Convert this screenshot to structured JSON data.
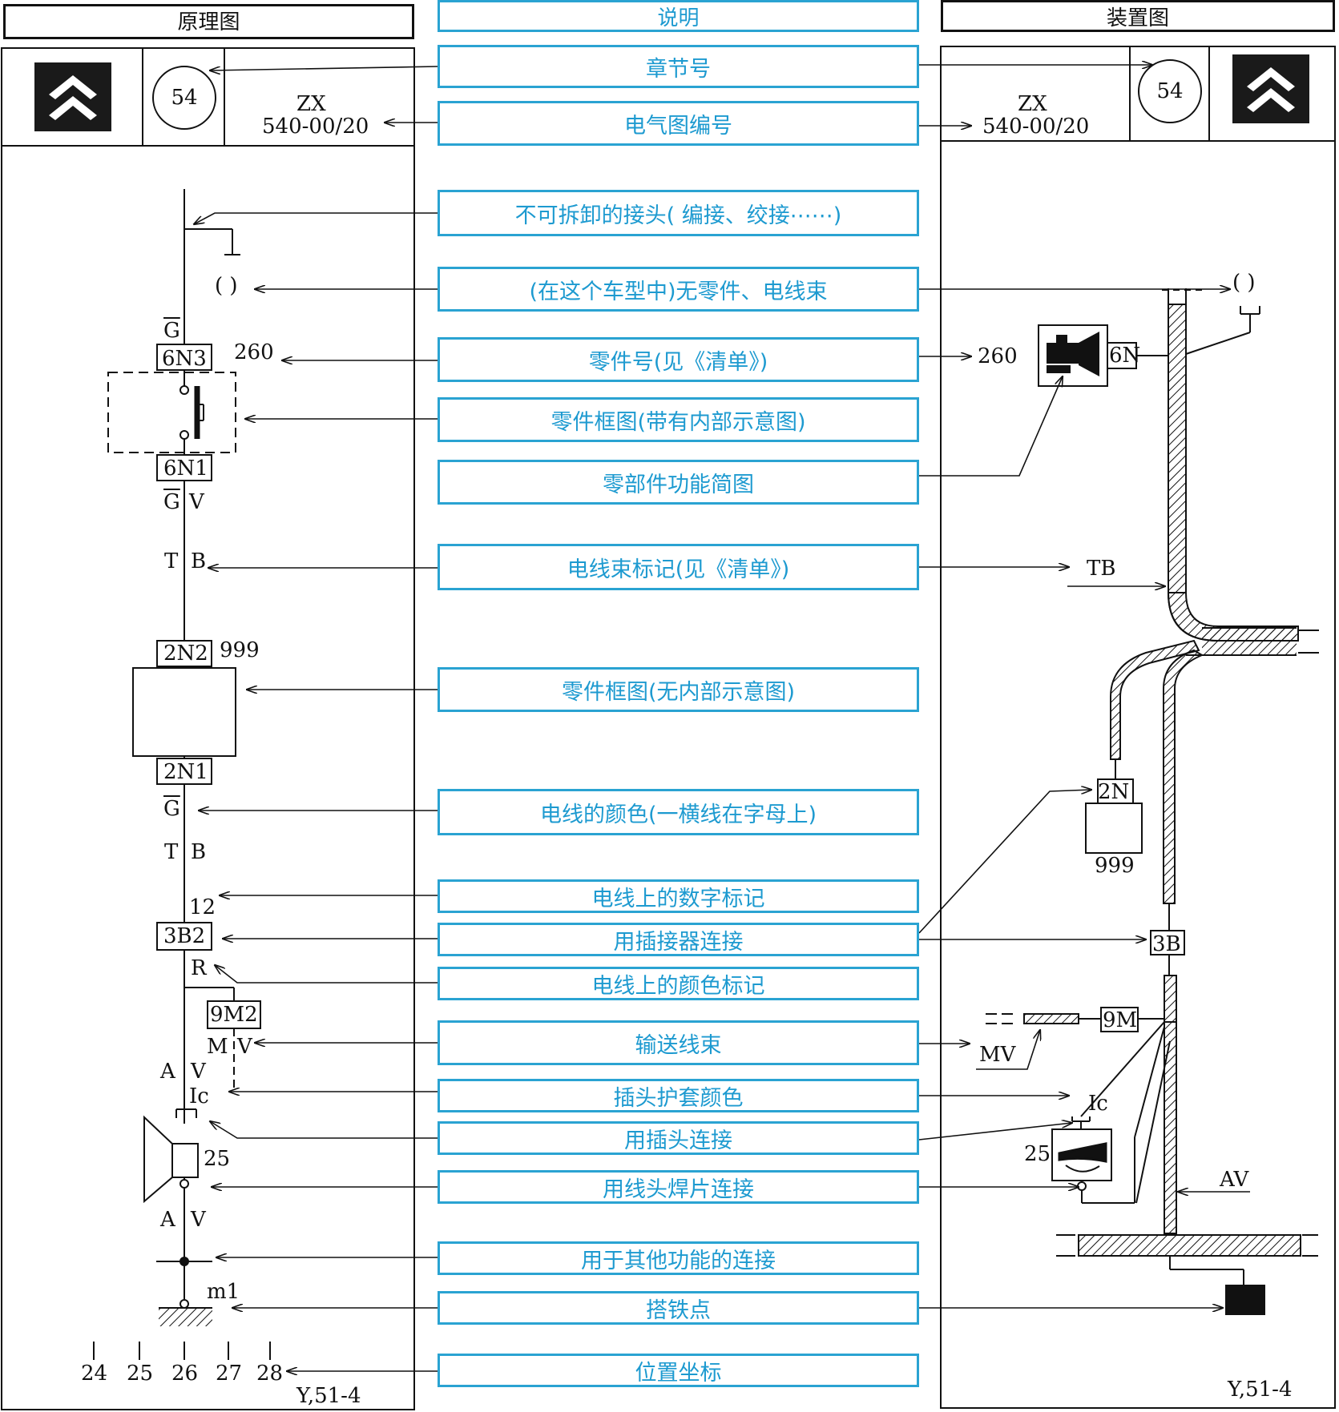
{
  "headers": {
    "left": "原理图",
    "middle": "说明",
    "right": "装置图"
  },
  "left_panel": {
    "chapter_number": "54",
    "drawing_code_line1": "ZX",
    "drawing_code_line2": "540-00/20",
    "optional_part": "(   )",
    "wire_color_top": "G",
    "connector_6N3": "6N3",
    "part_260": "260",
    "connector_6N1": "6N1",
    "wire_color_gv_g": "G",
    "wire_color_gv_v": "V",
    "harness_t": "T",
    "harness_b": "B",
    "connector_2N2": "2N2",
    "part_999": "999",
    "connector_2N1": "2N1",
    "wire_color_mid": "G",
    "harness_t2": "T",
    "harness_b2": "B",
    "wire_number": "12",
    "connector_3B2": "3B2",
    "color_mark_r": "R",
    "connector_9M2": "9M2",
    "harness_m": "M",
    "harness_v": "V",
    "wire_a": "A",
    "wire_v": "V",
    "boot_color": "Ic",
    "part_25": "25",
    "wire_a2": "A",
    "wire_v2": "V",
    "ground_point": "m1",
    "coordinates": [
      "24",
      "25",
      "26",
      "27",
      "28"
    ],
    "page_ref": "Y,51-4"
  },
  "middle_column": {
    "items": [
      "章节号",
      "电气图编号",
      "不可拆卸的接头( 编接、绞接⋯⋯)",
      "(在这个车型中)无零件、电线束",
      "零件号(见《清单》)",
      "零件框图(带有内部示意图)",
      "零部件功能简图",
      "电线束标记(见《清单》)",
      "零件框图(无内部示意图)",
      "电线的颜色(一横线在字母上)",
      "电线上的数字标记",
      "用插接器连接",
      "电线上的颜色标记",
      "输送线束",
      "插头护套颜色",
      "用插头连接",
      "用线头焊片连接",
      "用于其他功能的连接",
      "搭铁点",
      "位置坐标"
    ]
  },
  "right_panel": {
    "chapter_number": "54",
    "drawing_code_line1": "ZX",
    "drawing_code_line2": "540-00/20",
    "optional_part": "(   )",
    "part_260": "260",
    "connector_6N": "6N",
    "harness_tb": "TB",
    "connector_2N": "2N",
    "part_999": "999",
    "connector_3B": "3B",
    "connector_9M": "9M",
    "harness_mv": "MV",
    "boot_color": "Ic",
    "part_25": "25",
    "harness_av": "AV",
    "page_ref": "Y,51-4"
  },
  "colors": {
    "accent_cyan": "#2aa3d2",
    "text_cyan": "#1d9ad0",
    "line_black": "#111111"
  }
}
